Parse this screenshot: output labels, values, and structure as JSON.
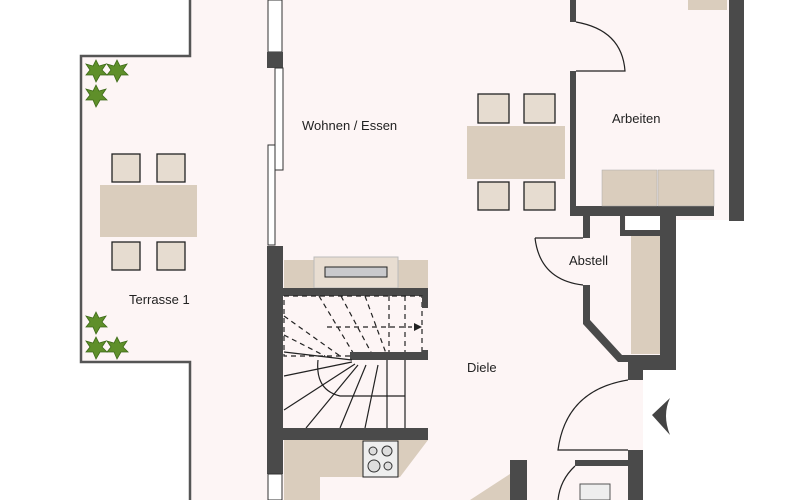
{
  "rooms": {
    "wohnen": "Wohnen / Essen",
    "arbeiten": "Arbeiten",
    "abstell": "Abstell",
    "terrasse": "Terrasse 1",
    "diele": "Diele"
  },
  "colors": {
    "floor": "#fdf5f5",
    "wall": "#4a4a4a",
    "furniture": "#dacdbd",
    "plant": "#5f8f2a"
  }
}
